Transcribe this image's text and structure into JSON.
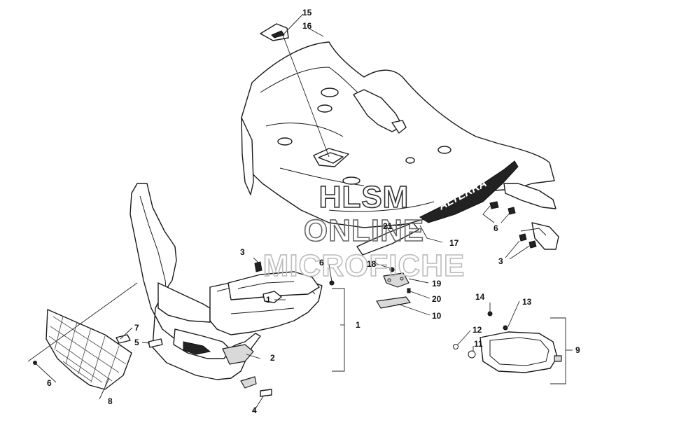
{
  "watermark": {
    "line1": "HLSM",
    "line2": "ONLINE",
    "line3": "MICROFICHE",
    "colors": {
      "line1": "#333333",
      "line2": "#666666",
      "line3": "#bbbbbb"
    }
  },
  "hood_decal": "ALTERRA",
  "callouts": [
    {
      "id": "c15",
      "label": "15"
    },
    {
      "id": "c16",
      "label": "16"
    },
    {
      "id": "c21",
      "label": "21"
    },
    {
      "id": "c17",
      "label": "17"
    },
    {
      "id": "c6a",
      "label": "6"
    },
    {
      "id": "c3a",
      "label": "3"
    },
    {
      "id": "c3b",
      "label": "3"
    },
    {
      "id": "c6b",
      "label": "6"
    },
    {
      "id": "c18",
      "label": "18"
    },
    {
      "id": "c19",
      "label": "19"
    },
    {
      "id": "c20",
      "label": "20"
    },
    {
      "id": "c10",
      "label": "10"
    },
    {
      "id": "c1a",
      "label": "1"
    },
    {
      "id": "c1b",
      "label": "1"
    },
    {
      "id": "c7",
      "label": "7"
    },
    {
      "id": "c5",
      "label": "5"
    },
    {
      "id": "c2",
      "label": "2"
    },
    {
      "id": "c6c",
      "label": "6"
    },
    {
      "id": "c8",
      "label": "8"
    },
    {
      "id": "c4",
      "label": "4"
    },
    {
      "id": "c14",
      "label": "14"
    },
    {
      "id": "c13",
      "label": "13"
    },
    {
      "id": "c12",
      "label": "12"
    },
    {
      "id": "c11",
      "label": "11"
    },
    {
      "id": "c9",
      "label": "9"
    }
  ]
}
